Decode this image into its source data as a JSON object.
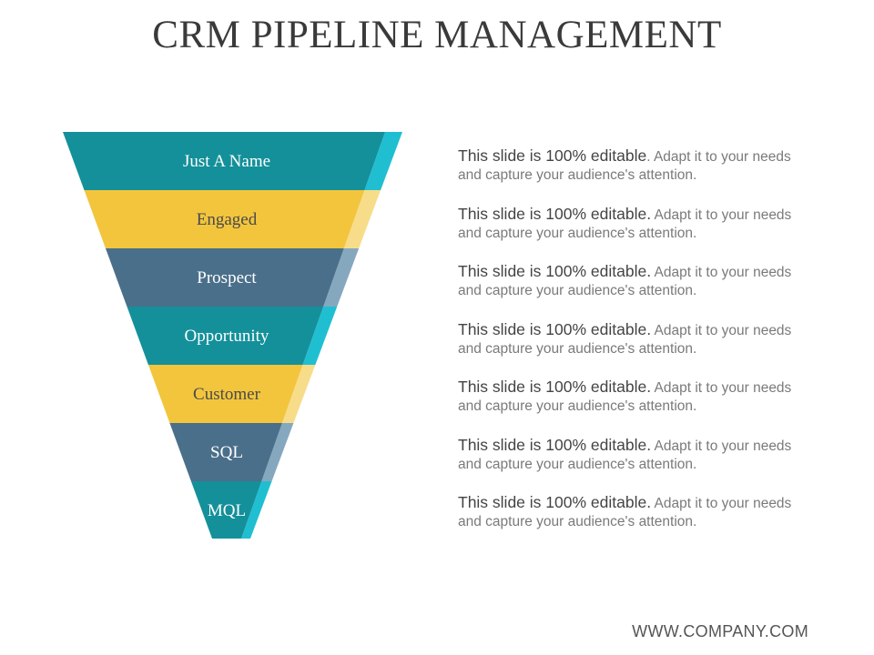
{
  "title": "CRM PIPELINE MANAGEMENT",
  "funnel": {
    "stages": [
      {
        "label": "Just A Name",
        "color": "#14909a",
        "accent": "#1fbfd1",
        "text_color": "#ffffff"
      },
      {
        "label": "Engaged",
        "color": "#f2c53d",
        "accent": "#f7dd8a",
        "text_color": "#4a4a4a"
      },
      {
        "label": "Prospect",
        "color": "#4a6f8a",
        "accent": "#86a8bf",
        "text_color": "#ffffff"
      },
      {
        "label": "Opportunity",
        "color": "#14909a",
        "accent": "#1fbfd1",
        "text_color": "#ffffff"
      },
      {
        "label": "Customer",
        "color": "#f2c53d",
        "accent": "#f7dd8a",
        "text_color": "#4a4a4a"
      },
      {
        "label": "SQL",
        "color": "#4a6f8a",
        "accent": "#86a8bf",
        "text_color": "#ffffff"
      },
      {
        "label": "MQL",
        "color": "#14909a",
        "accent": "#1fbfd1",
        "text_color": "#ffffff"
      }
    ]
  },
  "descriptions": [
    {
      "lead": "This slide is 100% editable",
      "body": ". Adapt it to your needs and capture your audience's attention."
    },
    {
      "lead": "This slide is 100% editable.",
      "body": " Adapt it to your needs and capture your audience's attention."
    },
    {
      "lead": "This slide is 100% editable.",
      "body": " Adapt it to your needs and capture your audience's attention."
    },
    {
      "lead": "This slide is 100% editable.",
      "body": " Adapt it to your needs and capture your audience's attention."
    },
    {
      "lead": "This slide is 100% editable.",
      "body": " Adapt it to your needs and capture your audience's attention."
    },
    {
      "lead": "This slide is 100% editable.",
      "body": " Adapt it to your needs and capture your audience's attention."
    },
    {
      "lead": "This slide is 100% editable.",
      "body": " Adapt it to your needs and capture your audience's attention."
    }
  ],
  "footer": "WWW.COMPANY.COM"
}
